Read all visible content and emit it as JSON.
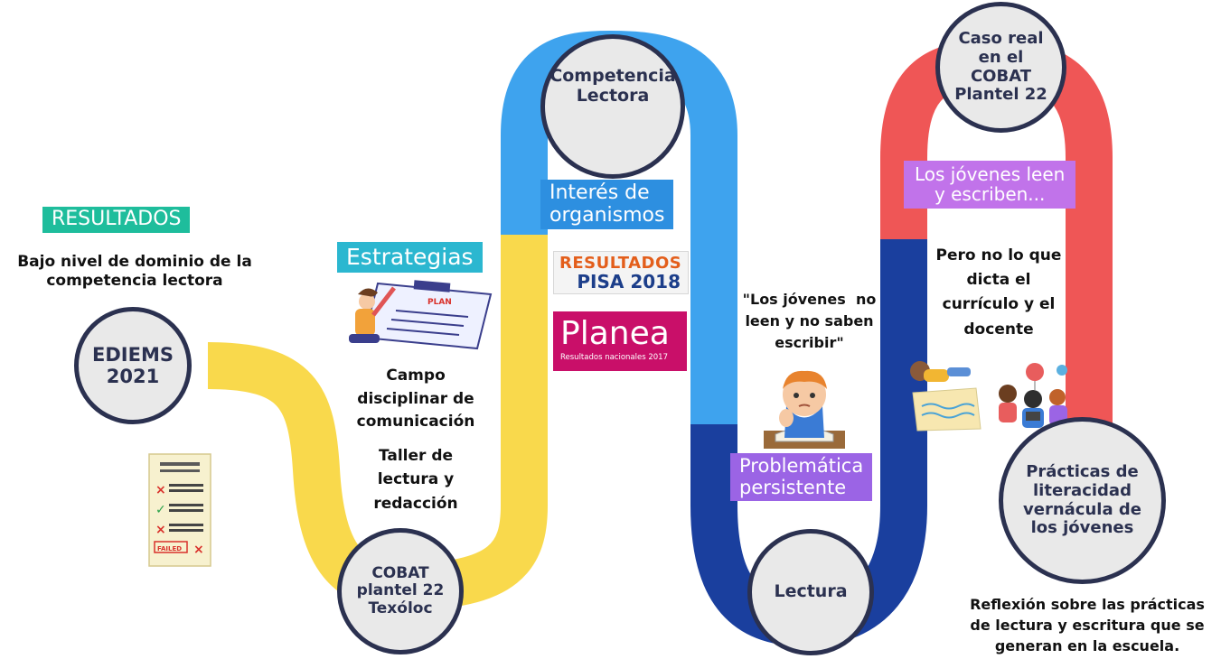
{
  "colors": {
    "yellow": "#f9d94c",
    "light_blue": "#3ea3ee",
    "dark_blue": "#1a3f9e",
    "red": "#ef5656",
    "node_border": "#2b3150",
    "node_fill": "#e9e9e9",
    "teal": "#1ebd9c",
    "cyan": "#2bb7d0",
    "blue_tag": "#2d8fe0",
    "purple": "#9b64e5",
    "violet": "#c173ea",
    "magenta": "#c90f69"
  },
  "tags": {
    "resultados": "RESULTADOS",
    "estrategias": "Estrategias",
    "interes_line1": "Interés de",
    "interes_line2": "organismos",
    "problematica_line1": "Problemática",
    "problematica_line2": "persistente",
    "jovenes_leen_line1": "Los jóvenes leen",
    "jovenes_leen_line2": "y escriben..."
  },
  "texts": {
    "bajo_nivel_line1": "Bajo nivel de dominio de la",
    "bajo_nivel_line2": "competencia lectora",
    "campo_line1": "Campo",
    "campo_line2": "disciplinar de",
    "campo_line3": "comunicación",
    "taller_line1": "Taller de",
    "taller_line2": "lectura y",
    "taller_line3": "redacción",
    "quote_line1": "\"Los jóvenes  no",
    "quote_line2": "leen y no saben",
    "quote_line3": "escribir\"",
    "pero_line1": "Pero no lo que",
    "pero_line2": "dicta el",
    "pero_line3": "currículo y el",
    "pero_line4": "docente",
    "reflexion_line1": "Reflexión sobre las prácticas",
    "reflexion_line2": "de lectura y escritura que se",
    "reflexion_line3": "generan en la escuela."
  },
  "nodes": {
    "ediems": [
      "EDIEMS",
      "2021"
    ],
    "cobat": [
      "COBAT",
      "plantel 22",
      "Texóloc"
    ],
    "competencia": [
      "Competencia",
      "Lectora"
    ],
    "lectura": [
      "Lectura"
    ],
    "caso_real": [
      "Caso real",
      "en el",
      "COBAT",
      "Plantel 22"
    ],
    "practicas": [
      "Prácticas de",
      "literacidad",
      "vernácula de",
      "los jóvenes"
    ]
  },
  "logos": {
    "pisa_line1": "RESULTADOS",
    "pisa_line2": "PISA 2018",
    "planea_title": "Planea",
    "planea_sub": "Resultados nacionales 2017"
  },
  "illustrations": {
    "failed_stamp": "FAILED",
    "plan_label": "PLAN"
  }
}
